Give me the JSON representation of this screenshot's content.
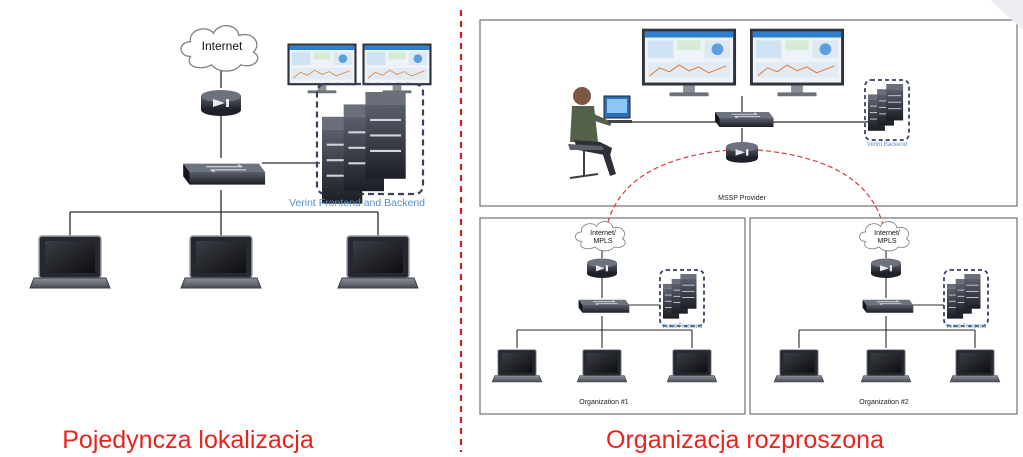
{
  "single_site": {
    "cloud_label": "Internet",
    "servers_label": "Verint Frontend and Backend",
    "caption": "Pojedyncza lokalizacja"
  },
  "distributed": {
    "mssp": {
      "servers_label": "Verint Backend",
      "box_label": "MSSP Provider"
    },
    "org1": {
      "cloud_label_1": "Internet/",
      "cloud_label_2": "MPLS",
      "servers_label": "Verint Frontend",
      "box_label": "Organization #1"
    },
    "org2": {
      "cloud_label_1": "Internet/",
      "cloud_label_2": "MPLS",
      "servers_label": "Verint Frontend",
      "box_label": "Organization #2"
    },
    "caption": "Organizacja rozproszona"
  },
  "colors": {
    "caption": "#e8231e",
    "divider": "#cc1f1f",
    "server_label": "#5b8fc7",
    "device_dark": "#2a2d36",
    "link_dashed": "#d93a3a"
  },
  "icons": [
    "cloud-icon",
    "router-icon",
    "switch-icon",
    "server-stack-icon",
    "laptop-icon",
    "monitor-icon",
    "operator-icon"
  ]
}
